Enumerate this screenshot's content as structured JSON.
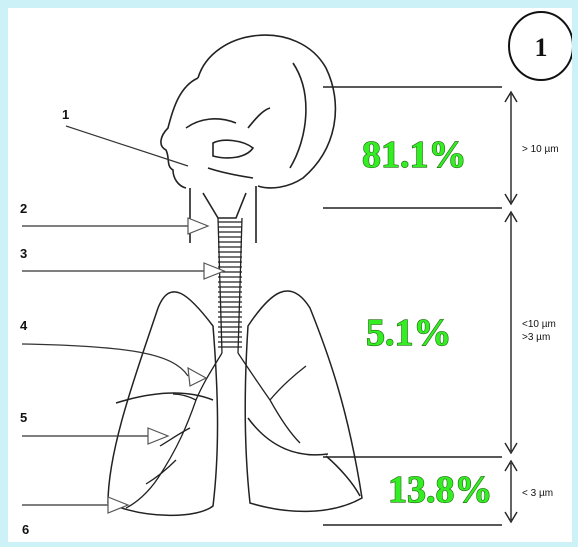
{
  "badge": "1",
  "pointer_labels": [
    "1",
    "2",
    "3",
    "4",
    "5",
    "6"
  ],
  "regions": [
    {
      "percent": "81.1%",
      "size_lines": [
        "> 10 µm"
      ]
    },
    {
      "percent": "5.1%",
      "size_lines": [
        "<10 µm",
        ">3 µm"
      ]
    },
    {
      "percent": "13.8%",
      "size_lines": [
        "< 3 µm"
      ]
    }
  ],
  "colors": {
    "background": "#ccf2f7",
    "percent_fill": "#33ee22",
    "percent_outline": "#226611",
    "line": "#222222"
  }
}
